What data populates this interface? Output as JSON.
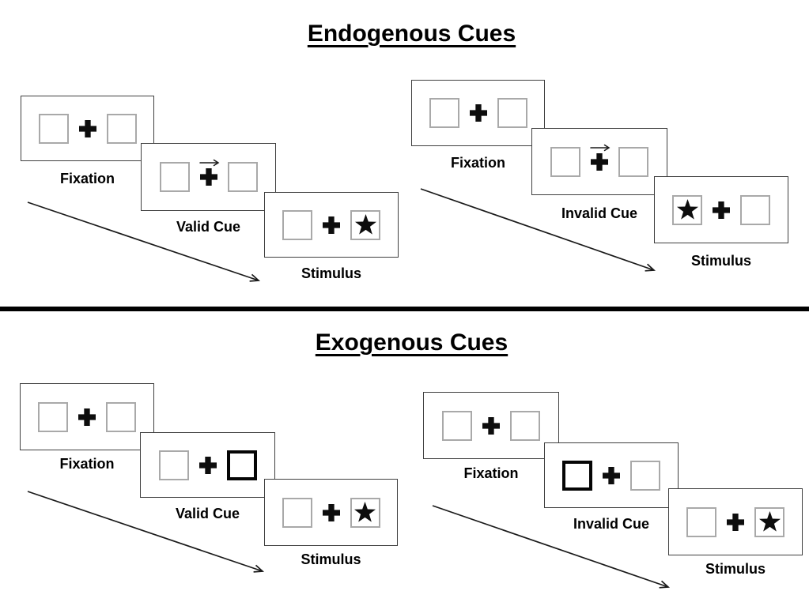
{
  "figure": {
    "description": "Posner spatial cueing paradigm trial sequences",
    "divider": "horizontal-rule"
  },
  "colors": {
    "background": "#ffffff",
    "ink": "#000000",
    "card_border": "#3f3f3f",
    "box_border": "#a9a9a9",
    "cue_border": "#050505",
    "arrow": "#1a1a1a"
  },
  "icons": {
    "fixation_cross": "plus",
    "target_star": "star",
    "endogenous_cue": "arrow-right",
    "timeline": "diagonal-arrow-down-right"
  },
  "sections": [
    {
      "title": "Endogenous Cues",
      "panels": [
        {
          "condition": "valid",
          "steps": [
            {
              "label": "Fixation",
              "left_box": "empty",
              "center": "plus",
              "right_box": "empty"
            },
            {
              "label": "Valid Cue",
              "left_box": "empty",
              "center": "plus-arrow-right",
              "right_box": "empty"
            },
            {
              "label": "Stimulus",
              "left_box": "empty",
              "center": "plus",
              "right_box": "star"
            }
          ]
        },
        {
          "condition": "invalid",
          "steps": [
            {
              "label": "Fixation",
              "left_box": "empty",
              "center": "plus",
              "right_box": "empty"
            },
            {
              "label": "Invalid Cue",
              "left_box": "empty",
              "center": "plus-arrow-right",
              "right_box": "empty"
            },
            {
              "label": "Stimulus",
              "left_box": "star",
              "center": "plus",
              "right_box": "empty"
            }
          ]
        }
      ]
    },
    {
      "title": "Exogenous Cues",
      "panels": [
        {
          "condition": "valid",
          "steps": [
            {
              "label": "Fixation",
              "left_box": "empty",
              "center": "plus",
              "right_box": "empty"
            },
            {
              "label": "Valid Cue",
              "left_box": "empty",
              "center": "plus",
              "right_box": "cue-highlight"
            },
            {
              "label": "Stimulus",
              "left_box": "empty",
              "center": "plus",
              "right_box": "star"
            }
          ]
        },
        {
          "condition": "invalid",
          "steps": [
            {
              "label": "Fixation",
              "left_box": "empty",
              "center": "plus",
              "right_box": "empty"
            },
            {
              "label": "Invalid Cue",
              "left_box": "cue-highlight",
              "center": "plus",
              "right_box": "empty"
            },
            {
              "label": "Stimulus",
              "left_box": "empty",
              "center": "plus",
              "right_box": "star"
            }
          ]
        }
      ]
    }
  ]
}
